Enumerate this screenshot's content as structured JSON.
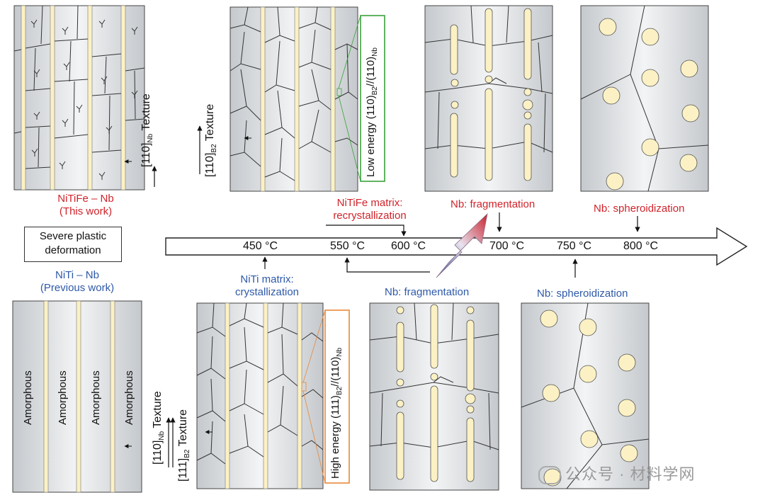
{
  "top_panel_label": {
    "line1": "NiTiFe – Nb",
    "line2": "(This work)"
  },
  "bottom_panel_label": {
    "line1": "NiTi – Nb",
    "line2": "(Previous work)"
  },
  "spd_box": {
    "line1": "Severe plastic",
    "line2": "deformation"
  },
  "timeline": {
    "temperatures": [
      "450 °C",
      "550 °C",
      "600 °C",
      "700 °C",
      "750 °C",
      "800 °C"
    ]
  },
  "top_stage_labels": {
    "recryst_line1": "NiTiFe matrix:",
    "recryst_line2": "recrystallization",
    "fragmentation": "Nb: fragmentation",
    "spheroidization": "Nb: spheroidization"
  },
  "bottom_stage_labels": {
    "cryst_line1": "NiTi matrix:",
    "cryst_line2": "crystallization",
    "fragmentation": "Nb: fragmentation",
    "spheroidization": "Nb: spheroidization"
  },
  "texture": {
    "nb_110_main": "[110]",
    "nb_sub": "Nb",
    "b2_110_main": "[110]",
    "b2_sub": "B2",
    "b2_111_main": "[111]",
    "word": " Texture"
  },
  "interfaces": {
    "low_prefix": "Low energy (110)",
    "low_b2": "B2",
    "low_mid": "//(110)",
    "low_nb": "Nb",
    "high_prefix": "High energy (111)",
    "high_b2": "B2",
    "high_mid": "//(110)",
    "high_nb": "Nb"
  },
  "amorphous_label": "Amorphous",
  "watermark": "公众号 · 材料学网",
  "colors": {
    "red": "#d0232a",
    "blue": "#2e59a8",
    "nb_fill": "#fbf1c4",
    "panel_gradient_edge": "#c8ccd0",
    "panel_gradient_mid": "#f4f5f6",
    "low_energy_box": "#3aa13a",
    "high_energy_box": "#e8883a"
  }
}
